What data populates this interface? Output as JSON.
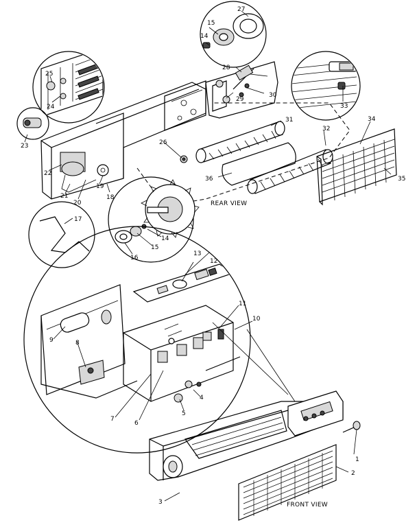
{
  "diagram": {
    "view_labels": {
      "rear": "REAR VIEW",
      "front": "FRONT VIEW"
    },
    "callouts": [
      {
        "id": "c1",
        "text": "1"
      },
      {
        "id": "c2",
        "text": "2"
      },
      {
        "id": "c3",
        "text": "3"
      },
      {
        "id": "c4",
        "text": "4"
      },
      {
        "id": "c5",
        "text": "5"
      },
      {
        "id": "c6",
        "text": "6"
      },
      {
        "id": "c7",
        "text": "7"
      },
      {
        "id": "c8",
        "text": "8"
      },
      {
        "id": "c9",
        "text": "9"
      },
      {
        "id": "c10",
        "text": "10"
      },
      {
        "id": "c11",
        "text": "11"
      },
      {
        "id": "c12",
        "text": "12"
      },
      {
        "id": "c13",
        "text": "13"
      },
      {
        "id": "c14a",
        "text": "14"
      },
      {
        "id": "c14b",
        "text": "14"
      },
      {
        "id": "c15a",
        "text": "15"
      },
      {
        "id": "c15b",
        "text": "15"
      },
      {
        "id": "c16",
        "text": "16"
      },
      {
        "id": "c17",
        "text": "17"
      },
      {
        "id": "c18",
        "text": "18"
      },
      {
        "id": "c19",
        "text": "19"
      },
      {
        "id": "c20",
        "text": "20"
      },
      {
        "id": "c21",
        "text": "21"
      },
      {
        "id": "c22",
        "text": "22"
      },
      {
        "id": "c23",
        "text": "23"
      },
      {
        "id": "c24",
        "text": "24"
      },
      {
        "id": "c25",
        "text": "25"
      },
      {
        "id": "c26a",
        "text": "26"
      },
      {
        "id": "c26b",
        "text": "26"
      },
      {
        "id": "c27",
        "text": "27"
      },
      {
        "id": "c28",
        "text": "28"
      },
      {
        "id": "c29",
        "text": "29"
      },
      {
        "id": "c30",
        "text": "30"
      },
      {
        "id": "c31",
        "text": "31"
      },
      {
        "id": "c32",
        "text": "32"
      },
      {
        "id": "c33",
        "text": "33"
      },
      {
        "id": "c34",
        "text": "34"
      },
      {
        "id": "c35",
        "text": "35"
      },
      {
        "id": "c36",
        "text": "36"
      }
    ]
  }
}
